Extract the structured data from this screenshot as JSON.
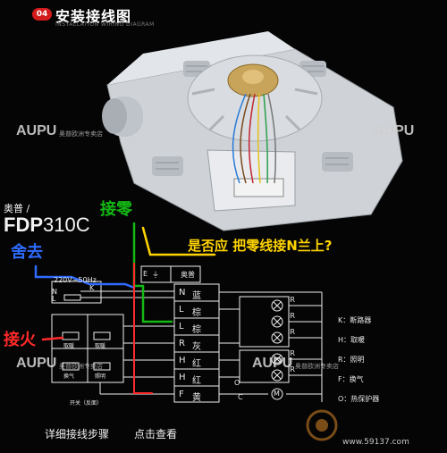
{
  "header": {
    "badge": "04",
    "title": "安装接线图",
    "subtitle": "INSTALLATION WIRING DIAGRAM"
  },
  "watermarks": {
    "brand": "AUPU",
    "brand_cn": "奥普欧洲专卖店"
  },
  "product": {
    "brand_cn": "奥普 /",
    "model_main": "FDP",
    "model_num": "310C"
  },
  "annotations": {
    "neutral": "接零",
    "remove": "舍去",
    "live": "接火",
    "question": "是否应 把零线接N兰上?"
  },
  "diagram": {
    "power_label": "220V~50Hz",
    "n_label": "N",
    "l_label": "L",
    "k_label": "K",
    "e_label": "E",
    "ground_symbol": "⏚",
    "brand_tag": "奥普",
    "terminals": [
      {
        "code": "N",
        "name": "蓝"
      },
      {
        "code": "L",
        "name": "棕"
      },
      {
        "code": "L",
        "name": "棕"
      },
      {
        "code": "R",
        "name": "灰"
      },
      {
        "code": "H",
        "name": "红"
      },
      {
        "code": "H",
        "name": "红"
      },
      {
        "code": "F",
        "name": "黄"
      }
    ],
    "lamp_labels": [
      "IR",
      "IR",
      "IR",
      "IR",
      "IR"
    ],
    "o_label": "O",
    "c_label": "C",
    "m_label": "M",
    "switch_labels": {
      "heat1": "取暖",
      "heat2": "取暖",
      "vent": "换气",
      "light": "照明",
      "switch": "开关（反面）"
    }
  },
  "legend": [
    "K：断路器",
    "H：取暖",
    "R：照明",
    "F：换气",
    "O：热保护器"
  ],
  "footer": {
    "text": "详细接线步骤",
    "link": "点击查看",
    "site": "www.59137.com"
  },
  "colors": {
    "badge": "#d21b1b",
    "neutral_ink": "#14b814",
    "remove_ink": "#2e6bff",
    "live_ink": "#ff2a2a",
    "question_ink": "#ffd400"
  }
}
